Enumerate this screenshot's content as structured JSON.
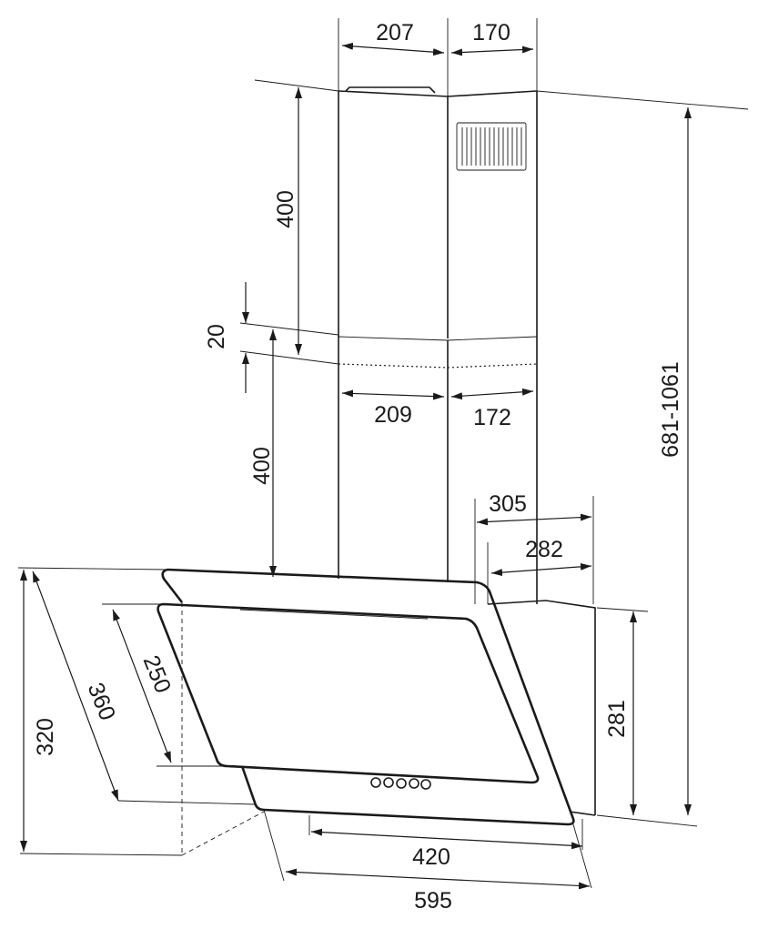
{
  "dimensions": {
    "chimney_upper_front": "207",
    "chimney_upper_side": "170",
    "chimney_upper_height": "400",
    "overlap": "20",
    "chimney_lower_height": "400",
    "chimney_lower_front": "209",
    "chimney_lower_side": "172",
    "total_height": "681-1061",
    "depth_total": "305",
    "depth_body": "282",
    "body_height": "281",
    "glass_height_inner": "250",
    "glass_height_outer": "360",
    "total_height_front": "320",
    "width_inner": "420",
    "width_total": "595"
  }
}
